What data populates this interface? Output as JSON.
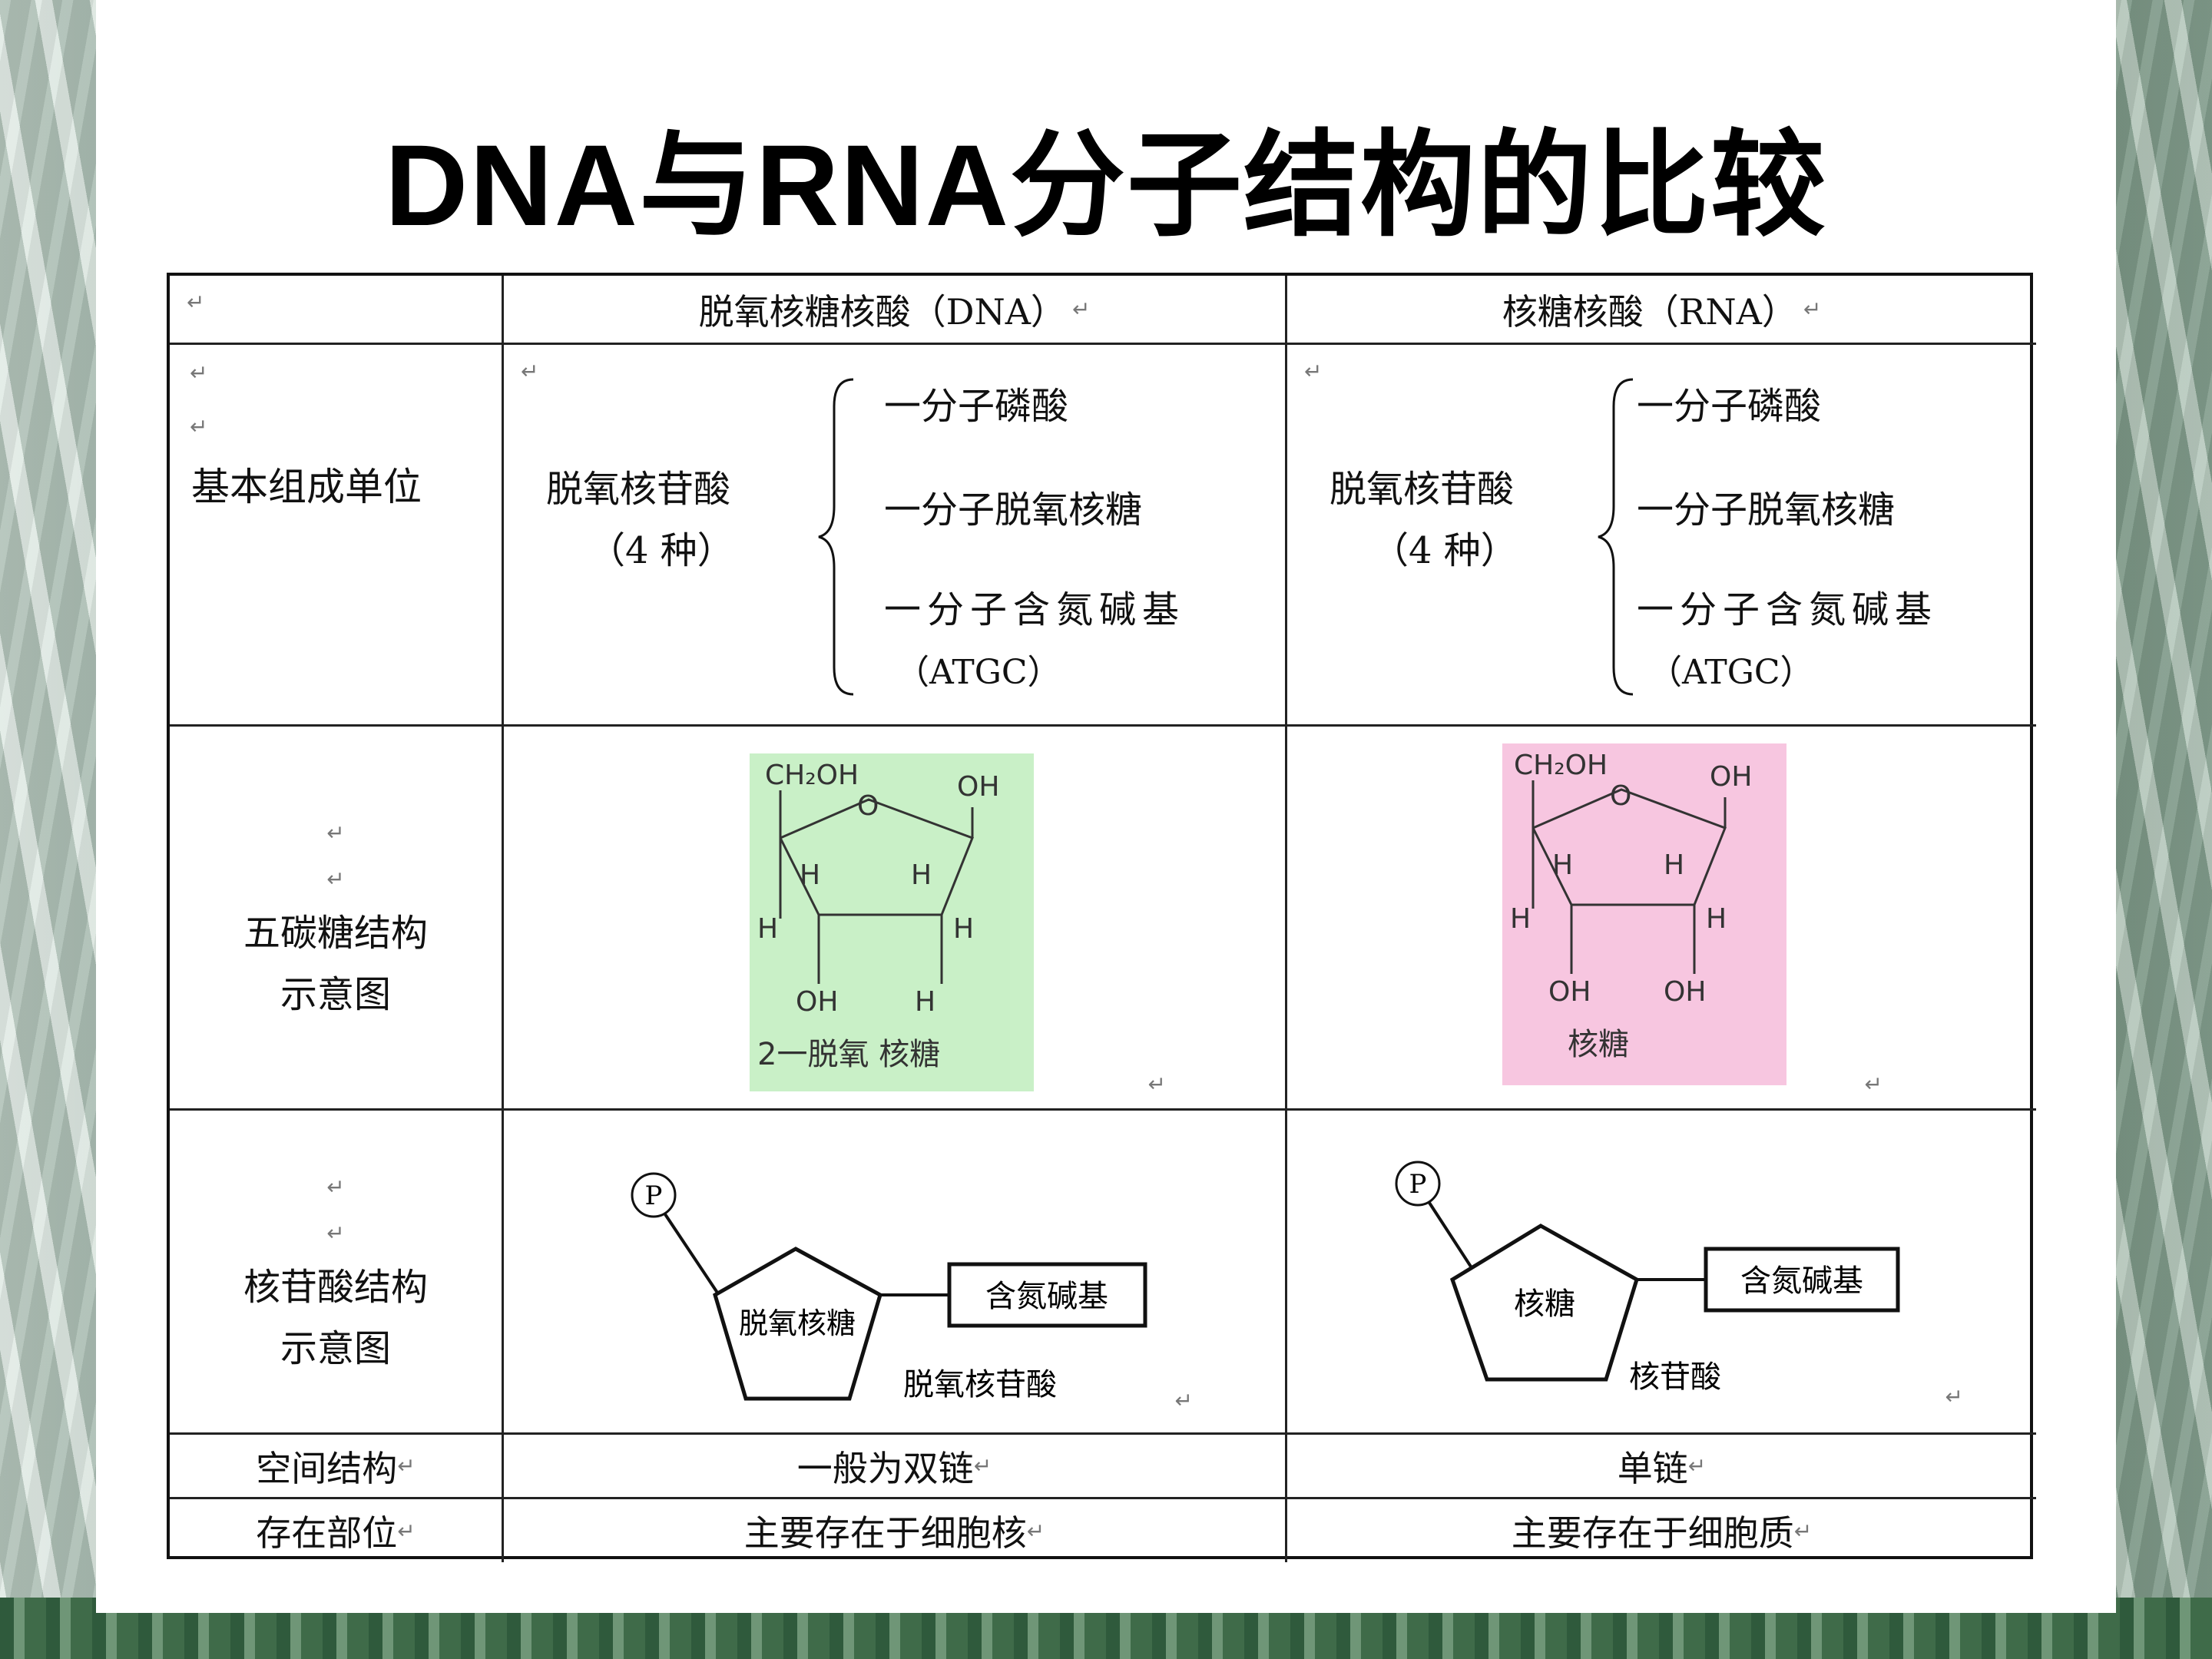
{
  "title": "DNA与RNA分子结构的比较",
  "para_mark": "↵",
  "header": {
    "corner": "",
    "dna": "脱氧核糖核酸（DNA）",
    "rna": "核糖核酸（RNA）"
  },
  "rows": {
    "basic_unit": {
      "label": "基本组成单位",
      "dna": {
        "name": "脱氧核苷酸",
        "kinds": "（4 种）",
        "parts": [
          "一分子磷酸",
          "一分子脱氧核糖",
          "一分子含氮碱基"
        ],
        "bases": "（ATGC）"
      },
      "rna": {
        "name": "脱氧核苷酸",
        "kinds": "（4 种）",
        "parts": [
          "一分子磷酸",
          "一分子脱氧核糖",
          "一分子含氮碱基"
        ],
        "bases": "（ATGC）"
      }
    },
    "sugar": {
      "label1": "五碳糖结构",
      "label2": "示意图",
      "dna": {
        "ch2oh": "CH₂OH",
        "o": "O",
        "oh_right": "OH",
        "h": "H",
        "oh_bottom": "OH",
        "caption": "2一脱氧 核糖",
        "bg": "#c9f0c7"
      },
      "rna": {
        "ch2oh": "CH₂OH",
        "o": "O",
        "oh_right": "OH",
        "h": "H",
        "oh_bottom_left": "OH",
        "oh_bottom_right": "OH",
        "caption": "核糖",
        "bg": "#f7c6e0"
      }
    },
    "nucleotide": {
      "label1": "核苷酸结构",
      "label2": "示意图",
      "dna": {
        "p": "P",
        "sugar": "脱氧核糖",
        "base": "含氮碱基",
        "caption": "脱氧核苷酸"
      },
      "rna": {
        "p": "P",
        "sugar": "核糖",
        "base": "含氮碱基",
        "caption": "核苷酸"
      }
    },
    "spatial": {
      "label": "空间结构",
      "dna": "一般为双链",
      "rna": "单链"
    },
    "location": {
      "label": "存在部位",
      "dna": "主要存在于细胞核",
      "rna": "主要存在于细胞质"
    }
  }
}
